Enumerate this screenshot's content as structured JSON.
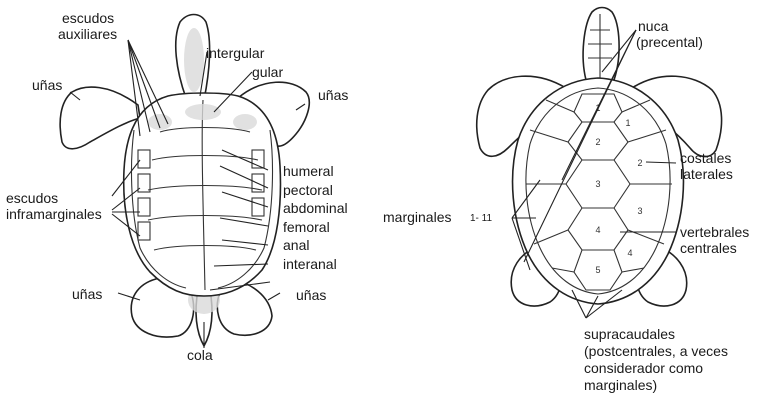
{
  "plastron_labels": {
    "escudos_auxiliares": [
      "escudos",
      "auxiliares"
    ],
    "intergular": "intergular",
    "gular": "gular",
    "unas_upper_left": "uñas",
    "unas_upper_right": "uñas",
    "humeral": "humeral",
    "pectoral": "pectoral",
    "abdominal": "abdominal",
    "femoral": "femoral",
    "anal": "anal",
    "interanal": "interanal",
    "escudos_inframarginales": [
      "escudos",
      "inframarginales"
    ],
    "unas_lower_left": "uñas",
    "unas_lower_right": "uñas",
    "cola": "cola"
  },
  "carapace_labels": {
    "nuca": [
      "nuca",
      "(precental)"
    ],
    "costales": [
      "costales",
      "laterales"
    ],
    "marginales": "marginales",
    "marginales_range": "1- 11",
    "vertebrales": [
      "vertebrales",
      "centrales"
    ],
    "supracaudales": [
      "supracaudales",
      "(postcentrales, a veces",
      "considerador como",
      "marginales)"
    ]
  },
  "scute_numbers": {
    "vertebral": [
      "1",
      "2",
      "3",
      "4",
      "5"
    ],
    "costal": [
      "1",
      "2",
      "3",
      "4"
    ]
  }
}
